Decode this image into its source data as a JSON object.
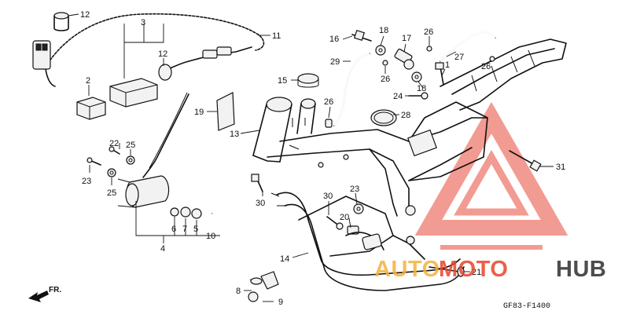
{
  "diagram": {
    "figure_code": "GF83-F1400",
    "direction_label": "FR.",
    "watermark": {
      "word_a": "AUTO",
      "word_b": "MOTO",
      "word_c": "HUB",
      "color_a": "#f4b23a",
      "color_b": "#e8452c",
      "color_c": "#3a3a3a",
      "logo_color": "#e84a3a"
    },
    "callouts": [
      "1",
      "2",
      "3",
      "4",
      "5",
      "6",
      "7",
      "8",
      "9",
      "10",
      "11",
      "12",
      "12",
      "13",
      "14",
      "15",
      "16",
      "17",
      "18",
      "18",
      "19",
      "20",
      "21",
      "22",
      "23",
      "23",
      "24",
      "25",
      "25",
      "26",
      "26",
      "26",
      "26",
      "27",
      "28",
      "29",
      "30",
      "30",
      "31"
    ]
  }
}
